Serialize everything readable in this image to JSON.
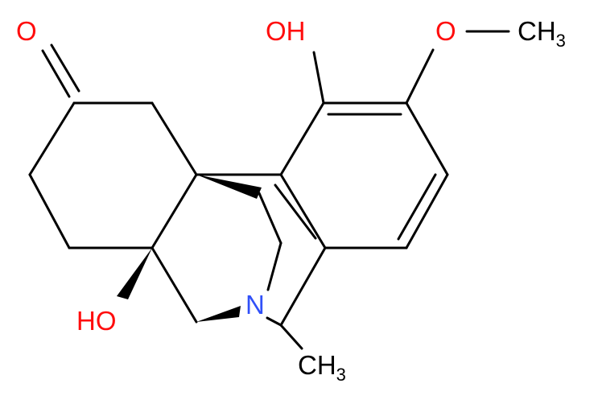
{
  "colors": {
    "bond": "#000000",
    "oxygen": "#FF0D0D",
    "nitrogen": "#3050F8",
    "carbon": "#000000",
    "background": "#FFFFFF"
  },
  "atoms": {
    "ketone_o": "O",
    "hydroxy_top": "OH",
    "methoxy_o": "O",
    "methoxy_ch3": "CH",
    "methoxy_sub": "3",
    "hydroxy_bottom": "HO",
    "nitrogen": "N",
    "n_methyl": "CH",
    "n_methyl_sub": "3"
  }
}
